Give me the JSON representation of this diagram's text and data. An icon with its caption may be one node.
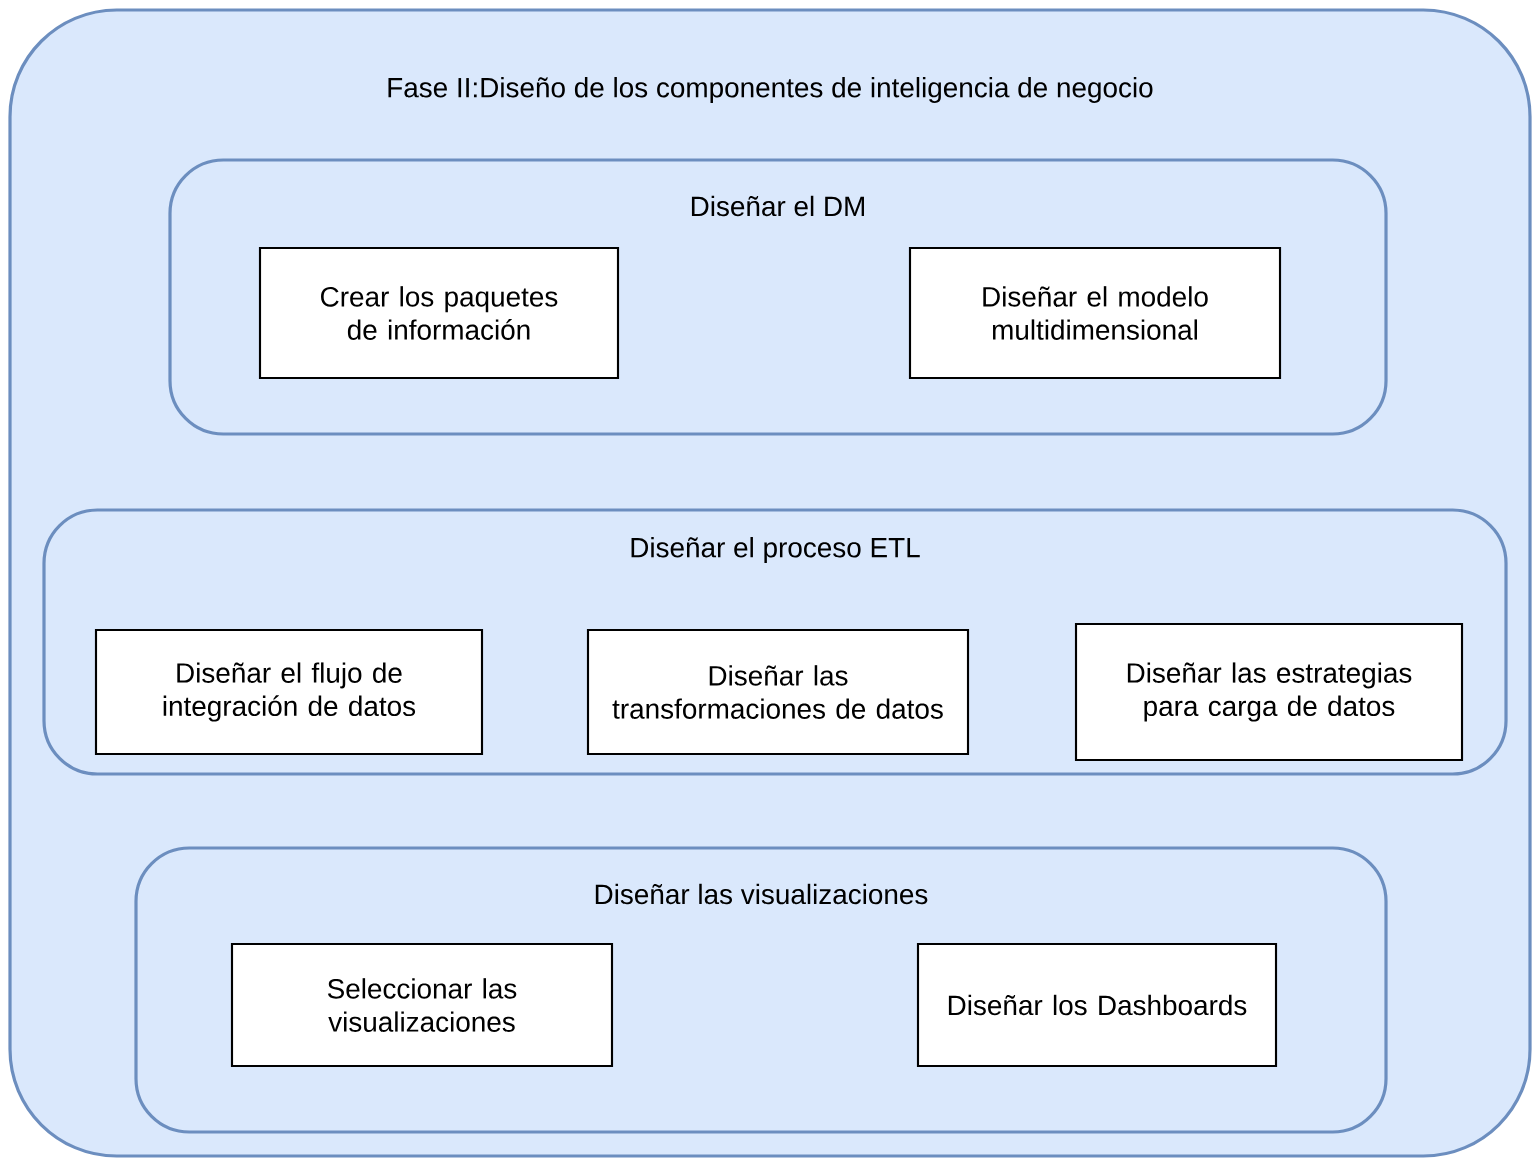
{
  "diagram": {
    "nodes": [
      {
        "text": [
          "Fase II:Diseño de los componentes de inteligencia de negocio"
        ]
      },
      {
        "text": [
          "Diseñar el DM"
        ],
        "in": 0
      },
      {
        "text": [
          "Crear los paquetes de información"
        ],
        "in": 1
      },
      {
        "text": [
          "Diseñar el modelo multidimensional"
        ],
        "in": 1
      },
      {
        "text": [
          "Diseñar el proceso ETL"
        ],
        "in": 0
      },
      {
        "text": [
          "Diseñar el flujo de integración de datos"
        ],
        "in": 4
      },
      {
        "text": [
          "Diseñar las transformaciones de datos"
        ],
        "in": 4
      },
      {
        "text": [
          "Diseñar las estrategias para carga de datos"
        ],
        "in": 4
      },
      {
        "text": [
          "Diseñar las visualizaciones"
        ],
        "in": 0
      },
      {
        "text": [
          "Seleccionar las visualizaciones"
        ],
        "in": 8
      },
      {
        "text": [
          "Diseñar los Dashboards"
        ],
        "in": 8
      }
    ]
  }
}
